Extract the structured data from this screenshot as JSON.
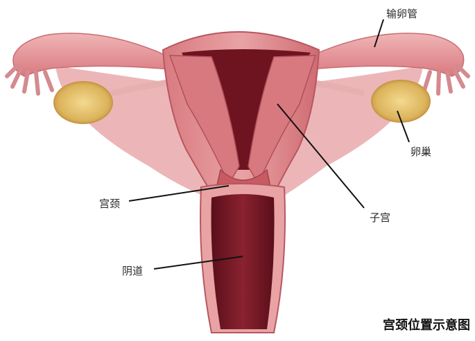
{
  "diagram": {
    "labels": {
      "fallopian_tube": "输卵管",
      "ovary": "卵巢",
      "uterus": "子宫",
      "cervix": "宫颈",
      "vagina": "阴道"
    },
    "caption": "宫颈位置示意图"
  },
  "colors": {
    "tissue_pink": "#e79a9e",
    "tissue_light": "#f2c3c2",
    "muscle_red": "#c85a62",
    "cavity_dark": "#6e1420",
    "ovary_yellow": "#e2c06a",
    "leader_line": "#111111"
  }
}
